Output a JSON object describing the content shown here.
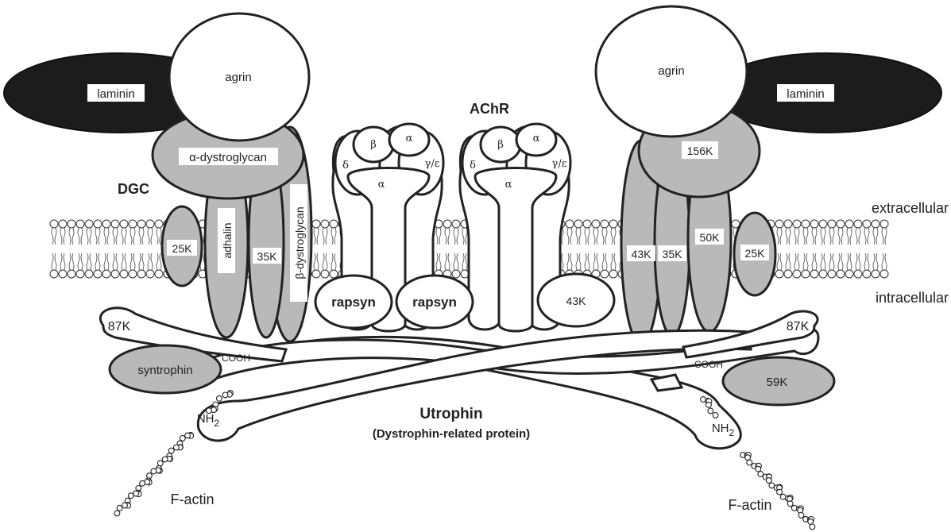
{
  "labels": {
    "laminin_left": "laminin",
    "laminin_right": "laminin",
    "agrin_left": "agrin",
    "agrin_right": "agrin",
    "achr": "AChR",
    "dgc": "DGC",
    "alpha_dystroglycan": "α-dystroglycan",
    "beta_dystroglycan": "β-dystroglycan",
    "adhalin": "adhalin",
    "k35_left": "35K",
    "k25_left": "25K",
    "k156": "156K",
    "k43_right": "43K",
    "k35_right": "35K",
    "k50": "50K",
    "k25_right": "25K",
    "rapsyn_1": "rapsyn",
    "rapsyn_2": "rapsyn",
    "k43_mid": "43K",
    "extracellular": "extracellular",
    "intracellular": "intracellular",
    "k87_left": "87K",
    "k87_right": "87K",
    "cooh_left": "COOH",
    "cooh_right": "COOH",
    "syntrophin": "syntrophin",
    "k59": "59K",
    "nh2_left": "NH",
    "nh2_right": "NH",
    "subscript_2": "2",
    "utrophin": "Utrophin",
    "utrophin_sub": "(Dystrophin-related protein)",
    "factin_left": "F-actin",
    "factin_right": "F-actin",
    "greek_alpha": "α",
    "greek_beta": "β",
    "greek_delta": "δ",
    "greek_gamma_eps": "γ/ε"
  },
  "colors": {
    "dark_protein": "#1c1c1c",
    "gray_protein": "#b9b9b9",
    "outline": "#222222",
    "background": "#ffffff"
  }
}
